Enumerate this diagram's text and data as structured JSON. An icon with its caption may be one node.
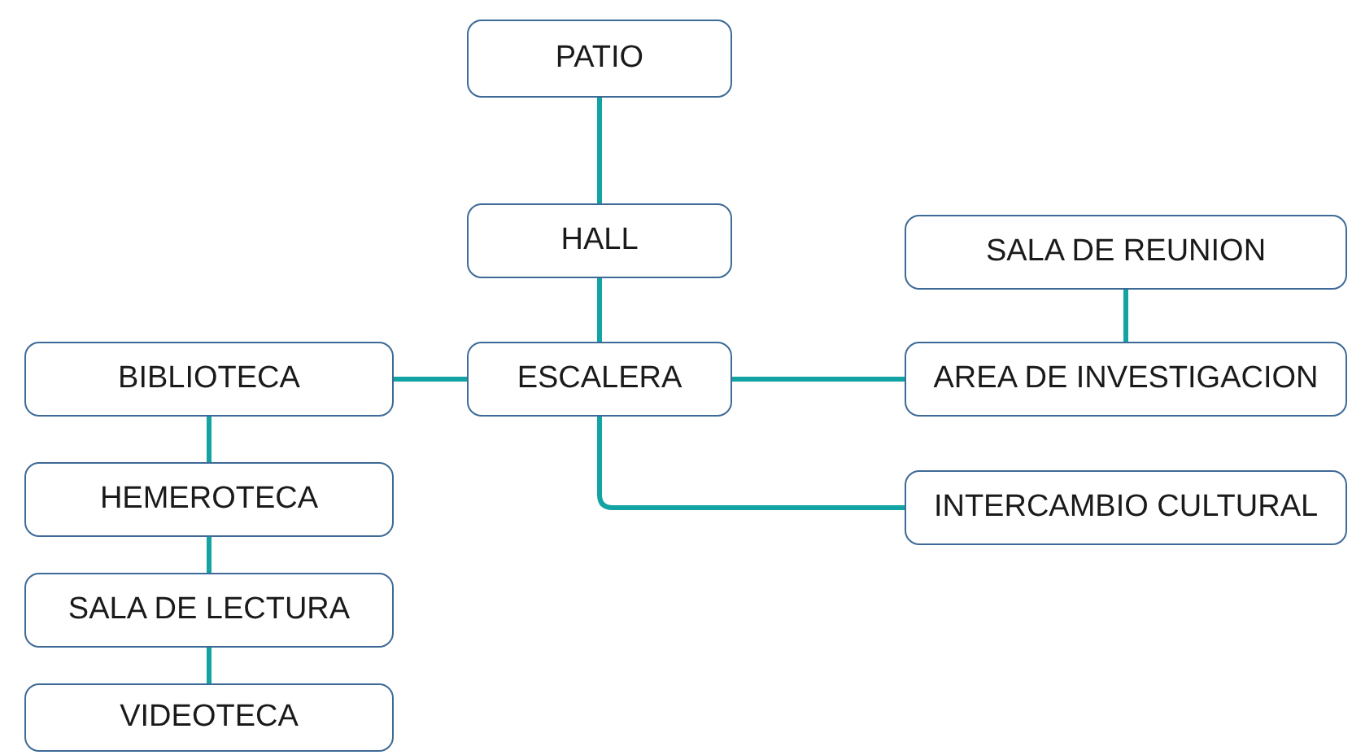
{
  "diagram": {
    "nodes": [
      {
        "text": [
          "PATIO"
        ]
      },
      {
        "text": [
          "HALL"
        ]
      },
      {
        "text": [
          "SALA DE REUNION"
        ]
      },
      {
        "text": [
          "BIBLIOTECA"
        ]
      },
      {
        "text": [
          "ESCALERA"
        ]
      },
      {
        "text": [
          "AREA DE INVESTIGACION"
        ]
      },
      {
        "text": [
          "HEMEROTECA"
        ]
      },
      {
        "text": [
          "INTERCAMBIO CULTURAL"
        ]
      },
      {
        "text": [
          "SALA DE LECTURA"
        ]
      },
      {
        "text": [
          "VIDEOTECA"
        ]
      }
    ],
    "edges": [
      {
        "from": 0,
        "to": 1,
        "arrow": "none"
      },
      {
        "from": 1,
        "to": 4,
        "arrow": "none"
      },
      {
        "from": 3,
        "to": 4,
        "arrow": "none"
      },
      {
        "from": 4,
        "to": 5,
        "arrow": "none"
      },
      {
        "from": 4,
        "to": 7,
        "arrow": "none"
      },
      {
        "from": 2,
        "to": 5,
        "arrow": "none"
      },
      {
        "from": 3,
        "to": 6,
        "arrow": "none"
      },
      {
        "from": 6,
        "to": 8,
        "arrow": "none"
      },
      {
        "from": 8,
        "to": 9,
        "arrow": "none"
      }
    ]
  }
}
